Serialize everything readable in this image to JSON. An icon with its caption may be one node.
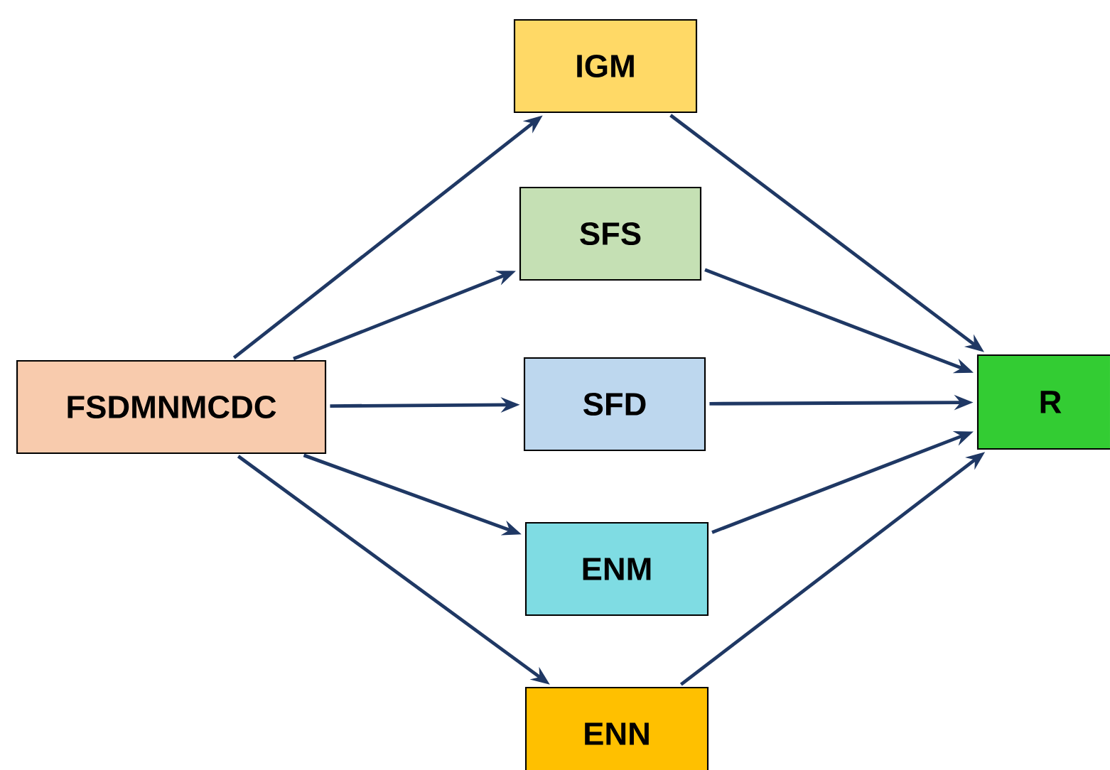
{
  "diagram": {
    "nodes": [
      {
        "text": [
          "FSDMNMCDC"
        ]
      },
      {
        "text": [
          "IGM"
        ]
      },
      {
        "text": [
          "SFS"
        ]
      },
      {
        "text": [
          "SFD"
        ]
      },
      {
        "text": [
          "ENM"
        ]
      },
      {
        "text": [
          "ENN"
        ]
      },
      {
        "text": [
          "R"
        ]
      }
    ],
    "edges": [
      {
        "from": 0,
        "to": 1,
        "arrow": "to"
      },
      {
        "from": 0,
        "to": 2,
        "arrow": "to"
      },
      {
        "from": 0,
        "to": 3,
        "arrow": "to"
      },
      {
        "from": 0,
        "to": 4,
        "arrow": "to"
      },
      {
        "from": 0,
        "to": 5,
        "arrow": "to"
      },
      {
        "from": 1,
        "to": 6,
        "arrow": "to"
      },
      {
        "from": 2,
        "to": 6,
        "arrow": "to"
      },
      {
        "from": 3,
        "to": 6,
        "arrow": "to"
      },
      {
        "from": 4,
        "to": 6,
        "arrow": "to"
      },
      {
        "from": 5,
        "to": 6,
        "arrow": "to"
      }
    ]
  }
}
